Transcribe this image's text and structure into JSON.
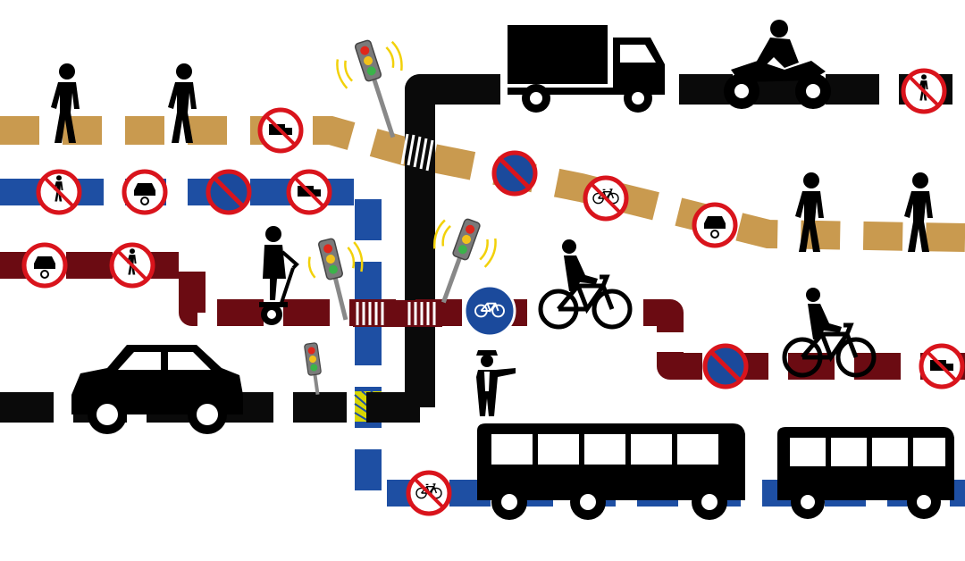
{
  "illustration": {
    "subject": "urban-traffic-routes",
    "colors": {
      "background": "#ffffff",
      "tan_route": "#c99a4f",
      "blue_route": "#1e4fa3",
      "maroon_route": "#6b0b12",
      "black_route": "#0a0a0a",
      "sign_red": "#d9141c",
      "sign_blue": "#1b4a9c",
      "signal_gold": "#f2d10a",
      "crossing_yellow": "#d8d600"
    },
    "routes": [
      {
        "name": "tan-route",
        "style": "dashed"
      },
      {
        "name": "blue-route",
        "style": "dashed"
      },
      {
        "name": "maroon-route",
        "style": "dashed"
      },
      {
        "name": "black-route",
        "style": "dashed"
      }
    ],
    "signs": [
      "no-pedestrians-sign",
      "no-motor-vehicles-sign",
      "no-parking-sign",
      "no-trucks-sign",
      "no-bicycles-sign",
      "bicycle-path-sign"
    ],
    "vehicles": [
      "truck-icon",
      "motorcycle-icon",
      "car-icon",
      "bus-icon",
      "bicycle-rider-icon",
      "segway-rider-icon"
    ],
    "people": [
      "pedestrian-icon",
      "traffic-officer-icon"
    ],
    "signals": [
      "traffic-light-icon"
    ]
  }
}
